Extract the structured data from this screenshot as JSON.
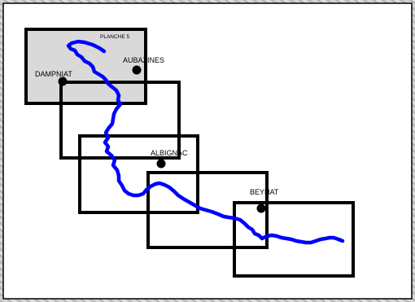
{
  "map": {
    "sheet_label": "PLANCHE 5",
    "towns": {
      "aubazines": "AUBAZINES",
      "dampniat": "DAMPNIAT",
      "albignac": "ALBIGNAC",
      "beynat": "BEYNAT"
    },
    "colors": {
      "river": "#0000ff",
      "frame": "#000000",
      "panel": "#ffffff",
      "highlighted_sheet": "#d9d9d9"
    }
  }
}
